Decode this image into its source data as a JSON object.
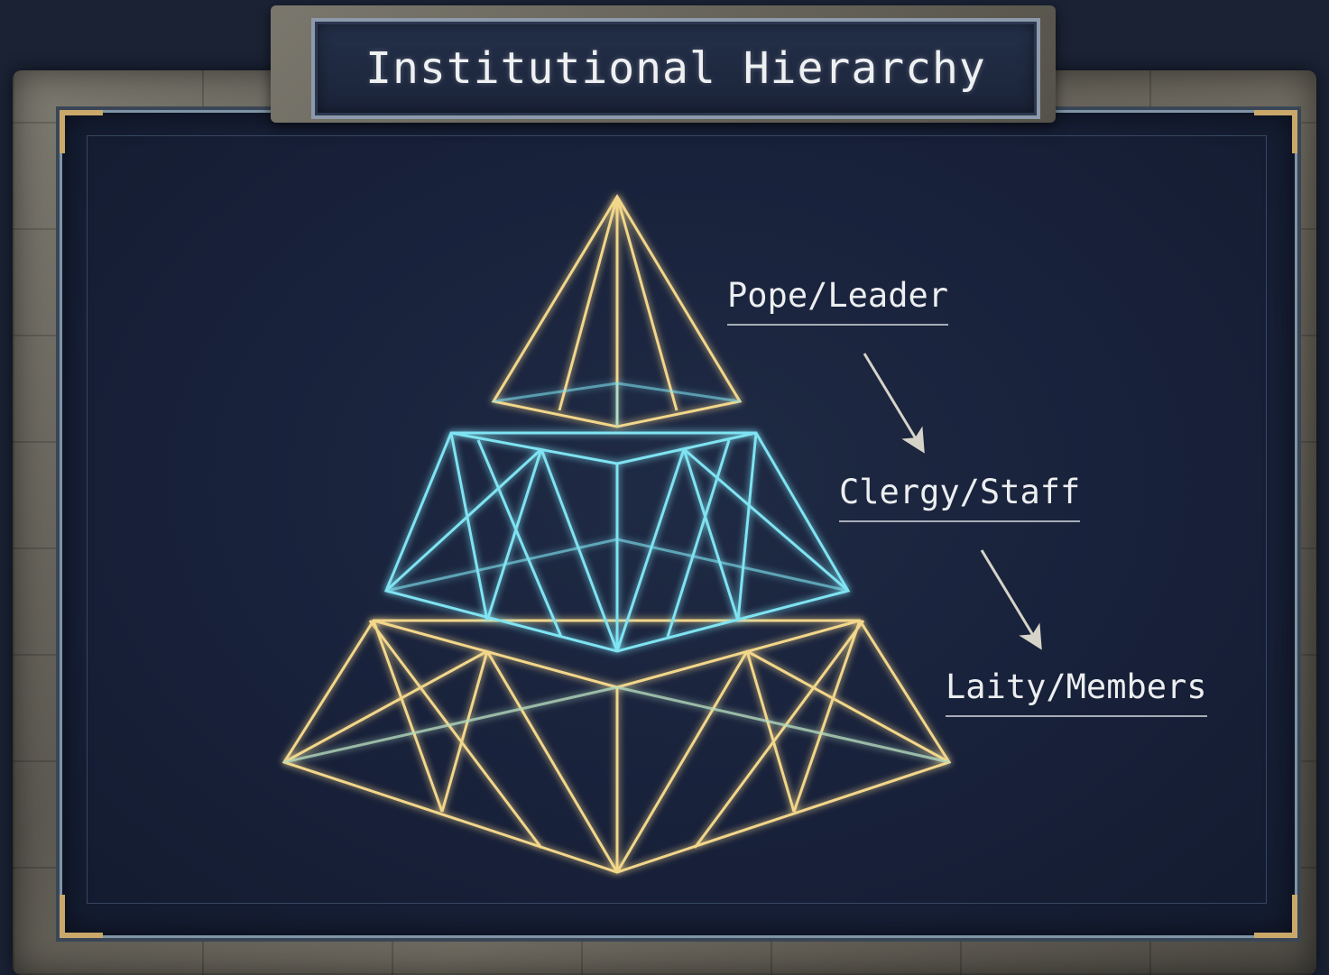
{
  "title": "Institutional Hierarchy",
  "tiers": [
    {
      "level": "top",
      "label": "Pope/Leader",
      "color": "#f2d68a"
    },
    {
      "level": "middle",
      "label": "Clergy/Staff",
      "color": "#7fe3f2"
    },
    {
      "level": "bottom",
      "label": "Laity/Members",
      "color": "#f2d68a"
    }
  ],
  "colors": {
    "board": "#18213a",
    "frame_stone": "#6f6b61",
    "accent_gold": "#c9a86a",
    "label_text": "#eceef0",
    "arrow": "#d6d4c8"
  }
}
